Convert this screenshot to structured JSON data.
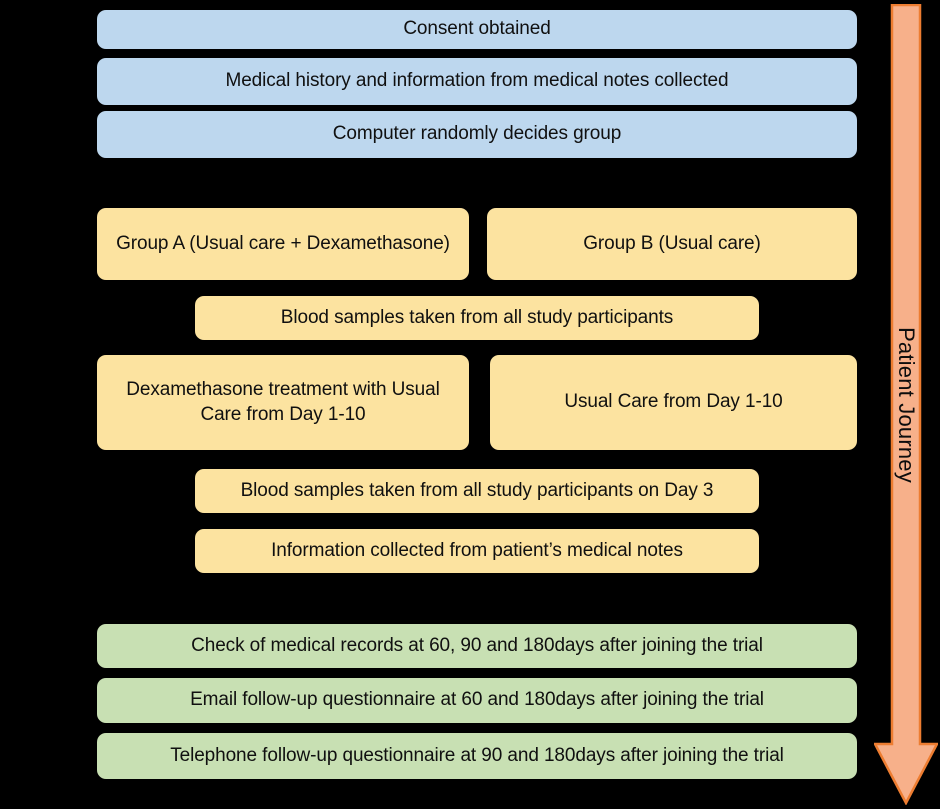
{
  "diagram": {
    "title": "Patient Journey clinical trial flow diagram",
    "background_color": "#000000",
    "colors": {
      "baseline_blue": "#bdd7ee",
      "treatment_yellow": "#fce3a0",
      "followup_green": "#c8e0b3",
      "arrow_fill": "#f7b08a",
      "arrow_border": "#ed7d31",
      "text": "#101010"
    }
  },
  "arrow": {
    "label": "Patient Journey",
    "direction": "down"
  },
  "stages": {
    "baseline": [
      {
        "id": "consent",
        "label": "Consent obtained"
      },
      {
        "id": "medical-history",
        "label": "Medical history and information from medical notes collected"
      },
      {
        "id": "randomisation",
        "label": "Computer randomly decides group"
      }
    ],
    "allocation": [
      {
        "id": "group-a",
        "label": "Group A (Usual care + Dexamethasone)"
      },
      {
        "id": "group-b",
        "label": "Group B (Usual care)"
      }
    ],
    "blood-samples-baseline": {
      "id": "blood-baseline",
      "label": "Blood samples taken from all study participants"
    },
    "treatment": [
      {
        "id": "treatment-a",
        "label": "Dexamethasone treatment with Usual Care from Day 1-10"
      },
      {
        "id": "treatment-b",
        "label": "Usual Care from Day 1-10"
      }
    ],
    "day3": [
      {
        "id": "blood-day3",
        "label": "Blood samples taken from all study participants on Day 3"
      },
      {
        "id": "notes-collected",
        "label": "Information collected from patient’s medical notes"
      }
    ],
    "followup": [
      {
        "id": "records-check",
        "label": "Check of medical records at 60, 90 and 180days after joining the trial"
      },
      {
        "id": "email-questionnaire",
        "label": "Email follow-up questionnaire at 60 and 180days after joining the trial"
      },
      {
        "id": "telephone-questionnaire",
        "label": "Telephone follow-up questionnaire at 90 and 180days after joining the trial"
      }
    ]
  }
}
